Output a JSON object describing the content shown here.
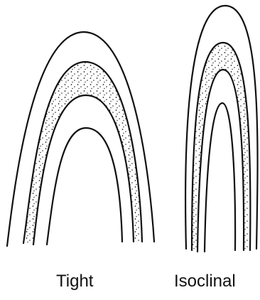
{
  "folds": [
    {
      "id": "tight",
      "label": "Tight"
    },
    {
      "id": "isoclinal",
      "label": "Isoclinal"
    }
  ],
  "style": {
    "stroke": "#111111",
    "stipple": "#222222",
    "background": "#ffffff"
  }
}
